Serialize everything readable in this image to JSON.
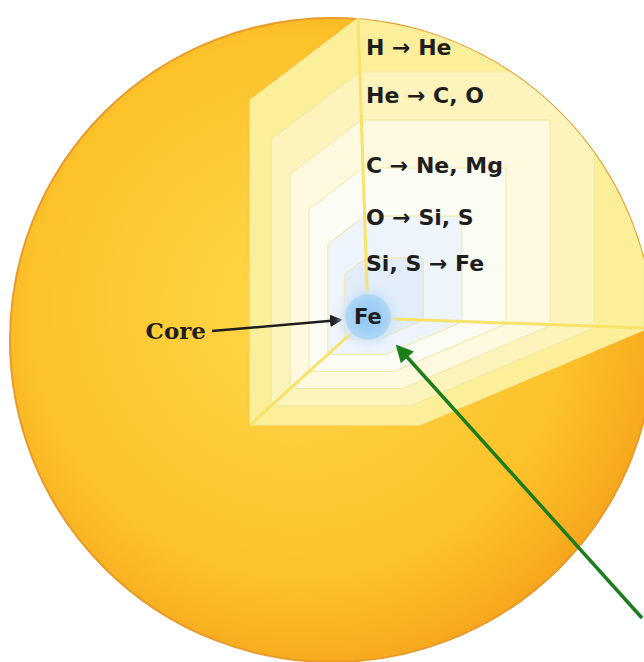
{
  "diagram": {
    "nodes": [
      {
        "text": [
          "Fe"
        ]
      }
    ],
    "labels": [
      "H → He",
      "He → C, O",
      "C → Ne, Mg",
      "O → Si, S",
      "Si, S → Fe",
      "Core"
    ]
  }
}
